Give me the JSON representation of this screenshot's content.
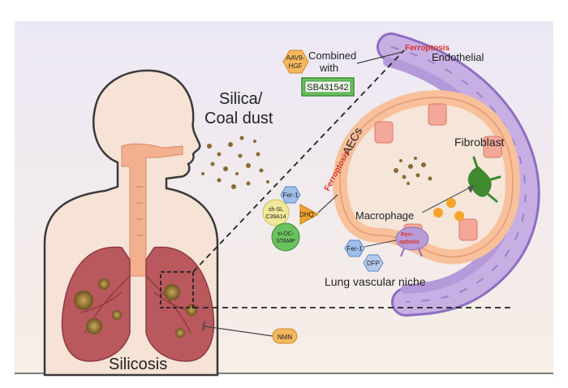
{
  "labels": {
    "silica_dust": [
      "Silica/",
      "Coal dust"
    ],
    "silicosis": "Silicosis",
    "endothelial": "Endothelial",
    "ferroptosis_top": "Ferroptosis",
    "aecs": "AECs",
    "ferroptosis_aecs": "Ferroptosis",
    "fibroblast": "Fibroblast",
    "macrophage": "Macrophage",
    "ferroptosis_macrophage": [
      "Ferr-",
      "optosis"
    ],
    "lung_vascular_niche": "Lung vascular niche",
    "combined_with": [
      "Combined",
      "with"
    ]
  },
  "drugs": {
    "aav9_hgf": [
      "AAV9-",
      "HGF"
    ],
    "sb431542": "SB431542",
    "fer1_top": "Fer-1",
    "dhq": "DHQ",
    "sh_sl_c39a14": [
      "sh-SL",
      "C39A14"
    ],
    "si_oc_stamp": [
      "si-OC-",
      "STAMP"
    ],
    "fer1_bottom": "Fer-1",
    "dfp": "DFP",
    "nmn": "NMN"
  },
  "colors": {
    "background_top": "#ece8f5",
    "background_bottom": "#f7eee6",
    "body_skin": "#f7e2d6",
    "body_outline": "#3a3a3a",
    "airway": "#f3b08e",
    "lung": "#b9585d",
    "lesion": "#9b7a3a",
    "vessel": "#c7aee3",
    "vessel_dark": "#8d6fc2",
    "alveolus_wall": "#f9c19b",
    "ferroptosis_red": "#d9302c",
    "drug_orange": "#f5b85c",
    "drug_green": "#6ac25e",
    "drug_blue": "#9fbfe9",
    "drug_yellow": "#efe79a",
    "fibroblast_green": "#3f8a2f"
  }
}
